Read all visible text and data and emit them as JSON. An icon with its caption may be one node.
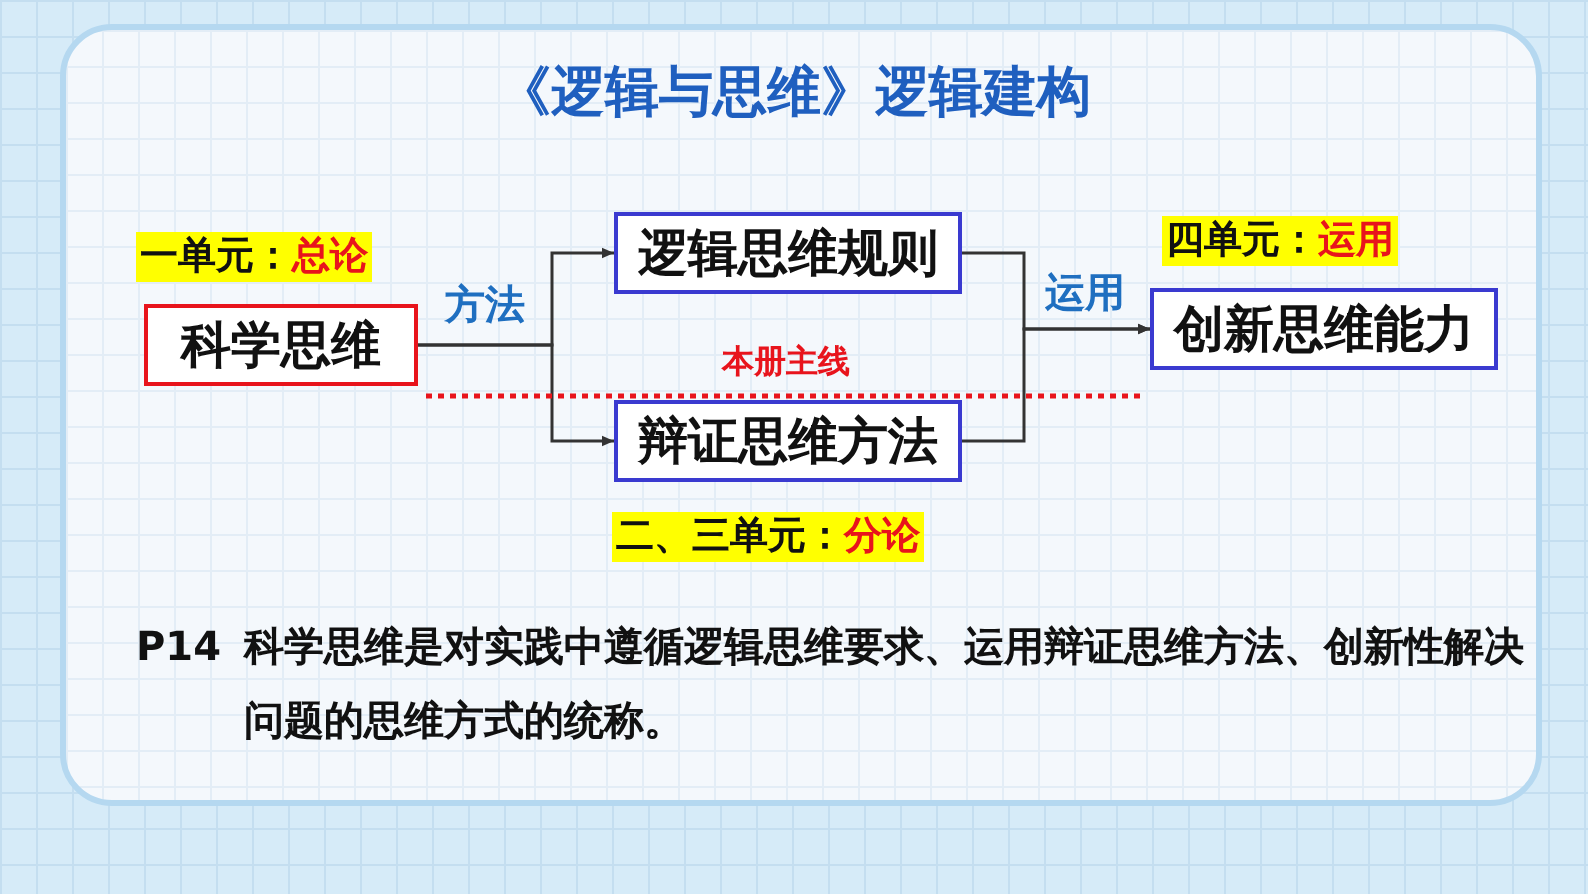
{
  "diagram": {
    "title": "《逻辑与思维》逻辑建构",
    "nodes": [
      {
        "text": [
          "科学思维"
        ],
        "beside": [
          "一单元：",
          "总论"
        ]
      },
      {
        "text": [
          "逻辑思维规则"
        ]
      },
      {
        "text": [
          "辩证思维方法"
        ],
        "beside": [
          "二、三单元：",
          "分论"
        ]
      },
      {
        "text": [
          "创新思维能力"
        ],
        "beside": [
          "四单元：",
          "运用"
        ]
      }
    ],
    "edges": [
      {
        "from": 0,
        "to": 1,
        "arrow": "to",
        "label": "方法"
      },
      {
        "from": 0,
        "to": 2,
        "arrow": "to"
      },
      {
        "from": 1,
        "to": 3,
        "arrow": "to",
        "label": "运用"
      },
      {
        "from": 2,
        "to": 3,
        "arrow": "to"
      },
      {
        "from": 0,
        "to": 3,
        "arrow": "none",
        "label": "本册主线",
        "style": "dashed",
        "color": "#e8141c"
      }
    ],
    "labels": [
      "P14",
      "科学思维是对实践中遵循逻辑思维要求、运用辩证思维方法、创新性解决问题的思维方式的统称。"
    ]
  }
}
